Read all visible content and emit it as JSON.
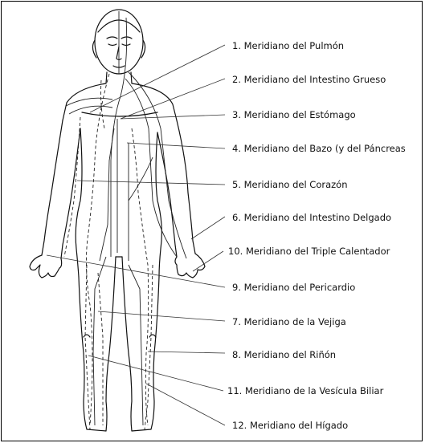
{
  "labels": [
    "1.  Meridiano del Pulmón",
    "2.  Meridiano del Intestino Grueso",
    "3.  Meridiano del Estómago",
    "4.  Meridiano del Bazo (y del Páncreas",
    "5.  Meridiano del Corazón",
    "6.  Meridiano del Intestino Delgado",
    "10.   Meridiano del Triple Calentador",
    "9.  Meridiano del Pericardio",
    "7.  Meridiano de la Vejiga",
    "8.  Meridiano del Riñón",
    "11.  Meridiano de la Vesícula Biliar",
    "12.  Meridiano del Hígado"
  ]
}
